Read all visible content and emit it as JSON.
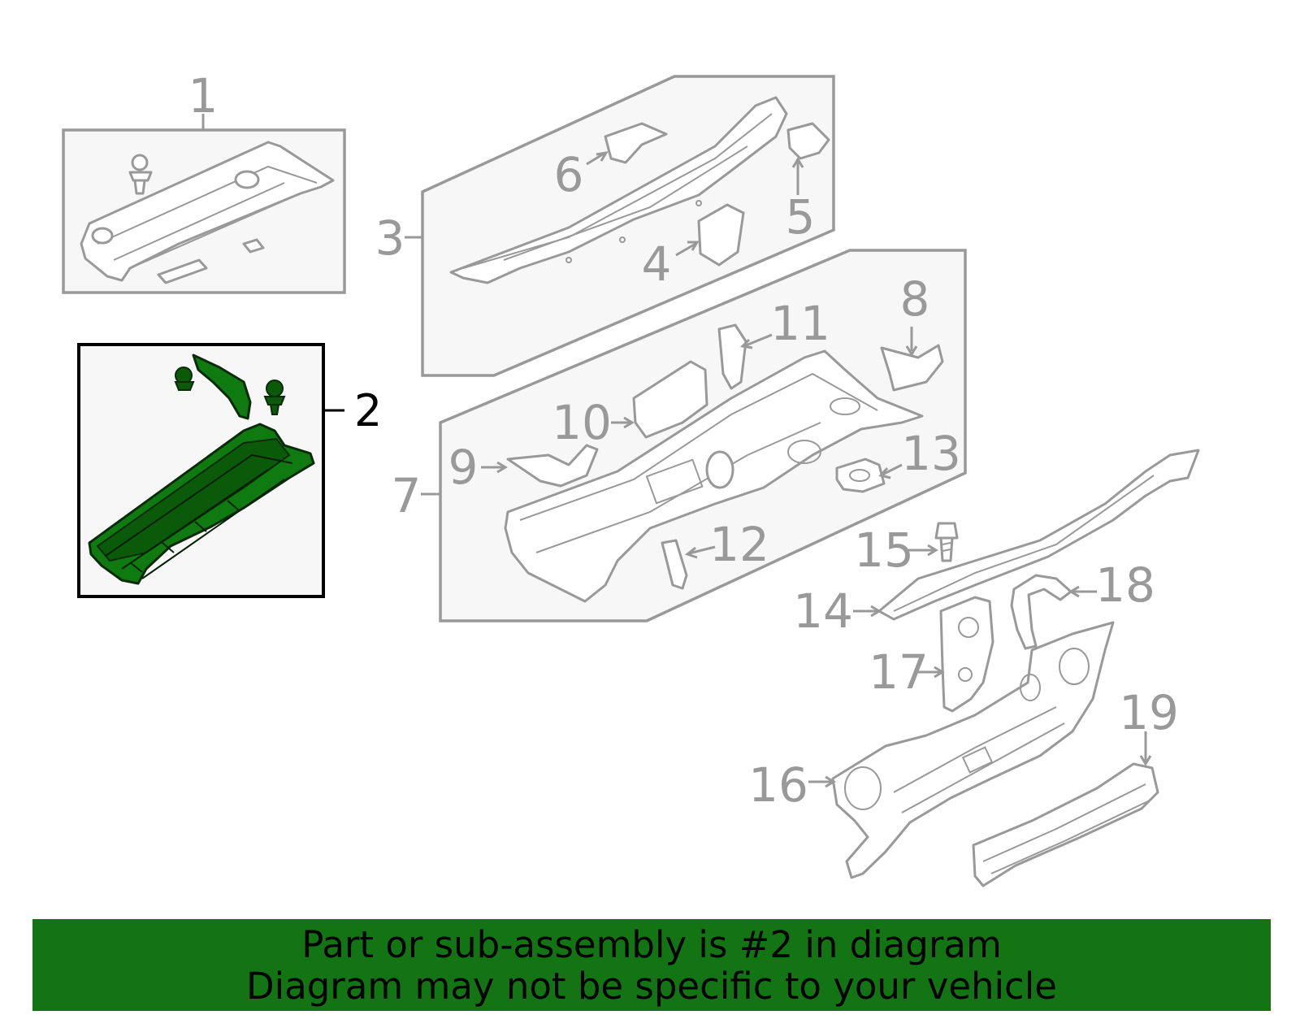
{
  "callouts": {
    "c1": "1",
    "c2": "2",
    "c3": "3",
    "c4": "4",
    "c5": "5",
    "c6": "6",
    "c7": "7",
    "c8": "8",
    "c9": "9",
    "c10": "10",
    "c11": "11",
    "c12": "12",
    "c13": "13",
    "c14": "14",
    "c15": "15",
    "c16": "16",
    "c17": "17",
    "c18": "18",
    "c19": "19"
  },
  "highlighted_part": "2",
  "colors": {
    "highlight": "#127412",
    "part_line": "#999999",
    "active_box": "#000000"
  },
  "banner": {
    "line1": "Part or sub-assembly is #2 in diagram",
    "line2": "Diagram may not be specific to your vehicle"
  }
}
